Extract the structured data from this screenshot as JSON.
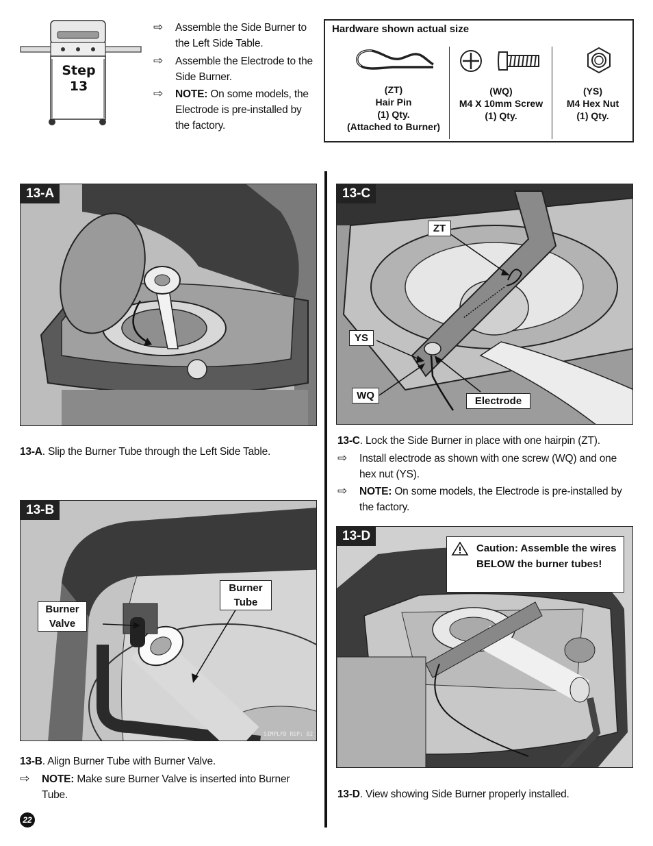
{
  "step": {
    "label": "Step",
    "number": "13"
  },
  "instructions": [
    {
      "text": "Assemble the Side Burner to the Left Side Table.",
      "note": ""
    },
    {
      "text": "Assemble the Electrode to the Side Burner.",
      "note": ""
    },
    {
      "note": "NOTE:",
      "text": " On some models, the Electrode is pre-installed by the factory."
    }
  ],
  "hardware": {
    "title": "Hardware shown actual size",
    "items": [
      {
        "code": "(ZT)",
        "name": "Hair Pin",
        "qty": "(1) Qty.",
        "extra": "(Attached to Burner)"
      },
      {
        "code": "(WQ)",
        "name": "M4 X 10mm Screw",
        "qty": "(1) Qty.",
        "extra": ""
      },
      {
        "code": "(YS)",
        "name": "M4 Hex Nut",
        "qty": "(1) Qty.",
        "extra": ""
      }
    ]
  },
  "figures": {
    "a": {
      "label": "13-A"
    },
    "b": {
      "label": "13-B",
      "callouts": {
        "valve": "Burner Valve",
        "tube": "Burner Tube"
      },
      "stamp": "SIMPLFD REP: 82"
    },
    "c": {
      "label": "13-C",
      "callouts": {
        "zt": "ZT",
        "ys": "YS",
        "wq": "WQ",
        "electrode": "Electrode"
      }
    },
    "d": {
      "label": "13-D",
      "caution": "Caution:  Assemble the wires BELOW the burner tubes!"
    }
  },
  "captions": {
    "a": {
      "ref": "13-A",
      "text": ". Slip the Burner Tube through the Left Side Table."
    },
    "b": {
      "ref": "13-B",
      "text": ". Align Burner Tube with Burner Valve.",
      "note_label": "NOTE:",
      "note_text": "  Make sure Burner Valve is inserted into Burner Tube."
    },
    "c": {
      "ref": "13-C",
      "text": ". Lock the Side Burner in place with one hairpin (ZT).",
      "bullet": "Install electrode as shown with one screw (WQ) and one hex nut (YS).",
      "note_label": "NOTE:",
      "note_text": " On some models, the Electrode is pre-installed by the factory."
    },
    "d": {
      "ref": "13-D",
      "text": ". View showing Side Burner properly installed."
    }
  },
  "page_number": "22",
  "icons": {
    "arrow": "arrow-right-outline-icon",
    "warning": "warning-triangle-icon"
  }
}
